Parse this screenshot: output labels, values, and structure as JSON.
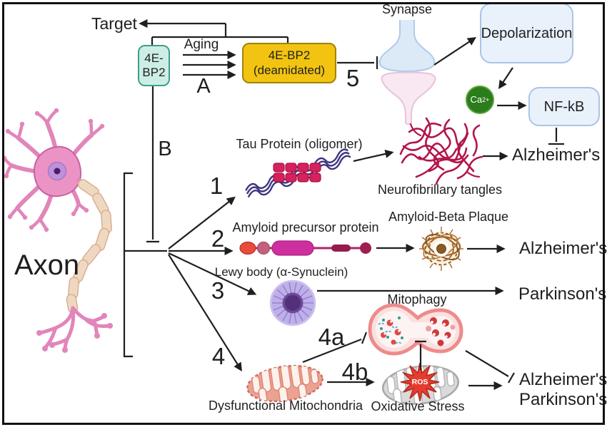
{
  "labels": {
    "target": "Target",
    "bp2_line1": "4E-",
    "bp2_line2": "BP2",
    "aging": "Aging",
    "a": "A",
    "deam_line1": "4E-BP2",
    "deam_line2": "(deamidated)",
    "five": "5",
    "b": "B",
    "synapse": "Synapse",
    "depolarization": "Depolarization",
    "ca_base": "Ca",
    "ca_sup": "2+",
    "nfkb": "NF-kB",
    "alzheimers_top": "Alzheimer's",
    "tau": "Tau Protein (oligomer)",
    "tangles": "Neurofibrillary tangles",
    "one": "1",
    "two": "2",
    "three": "3",
    "four": "4",
    "four_a": "4a",
    "four_b": "4b",
    "axon": "Axon",
    "app": "Amyloid precursor protein",
    "plaque": "Amyloid-Beta Plaque",
    "alzheimers_plaque": "Alzheimer's",
    "lewy": "Lewy body (α-Synuclein)",
    "parkinsons_lewy": "Parkinson's",
    "mitophagy": "Mitophagy",
    "dys_mito": "Dysfunctional Mitochondria",
    "ox_stress": "Oxidative Stress",
    "ros": "ROS",
    "alzheimers_bottom": "Alzheimer's",
    "parkinsons_bottom": "Parkinson's"
  },
  "colors": {
    "text": "#1f1f1f",
    "line": "#1f1f1f",
    "bp2_fill": "#cdeee6",
    "bp2_border": "#3f9e8c",
    "deam_fill": "#f2c411",
    "deam_border": "#9f8409",
    "blue_fill": "#e9f1fb",
    "blue_border": "#abc4e6",
    "ca_fill": "#2b7c1a",
    "ca_border": "#57a33a",
    "tangle": "#b2164a",
    "tau_wave": "#3d3580",
    "tau_block": "#d6215c",
    "plaque": "#a9692c",
    "plaque_dark": "#8a5a1e",
    "lewy_outer": "#beafe8",
    "lewy_core": "#52307a",
    "lewy_spoke": "#8f7cc9",
    "neuron_pink": "#e285ba",
    "neuron_body": "#ec93c5",
    "neuron_outline": "#c95fa3",
    "myelin_fill": "#eed8c2",
    "myelin_stroke": "#d9b08e",
    "mito_pink_fill": "#eba293",
    "mito_pink_stroke": "#c96b5c",
    "mito_gray_fill": "#dadada",
    "mito_gray_stroke": "#a8a8a8",
    "mitophagy_fill": "#fbe0e0",
    "mitophagy_stroke": "#ee8b8b",
    "ros_star": "#e63c30",
    "synapse_top_fill": "#dce9f7",
    "synapse_top_stroke": "#b0cbe8",
    "synapse_bot_fill": "#f9e7f1",
    "synapse_bot_stroke": "#e6c4da",
    "bead1": "#e74c3c",
    "bead2": "#c4617e",
    "bead3": "#ce2f9e",
    "bead4": "#941c4e",
    "bead5": "#a01d52"
  }
}
